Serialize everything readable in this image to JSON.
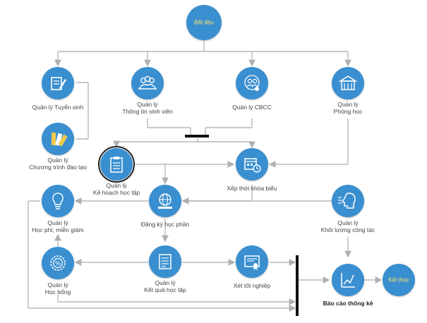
{
  "title": "",
  "start": "Bắt đầu",
  "end": "Kết thúc",
  "nodes": {
    "tuyen_sinh": [
      "Quản lý Tuyển sinh"
    ],
    "thong_tin_sv": [
      "Quản lý",
      "Thông tin sinh viên"
    ],
    "cbcc": [
      "Quản lý CBCC"
    ],
    "phong_hoc": [
      "Quản lý",
      "Phòng học"
    ],
    "chuong_trinh": [
      "Quản lý",
      "Chương trình đào tạo"
    ],
    "ke_hoach": [
      "Quản lý",
      "Kế hoạch học tập"
    ],
    "xep_tkb": [
      "Xếp thời khóa biểu"
    ],
    "hoc_phi": [
      "Quản lý",
      "Học phí, miễn giảm"
    ],
    "dang_ky": [
      "Đăng ký học phần"
    ],
    "khoi_luong": [
      "Quản lý",
      "Khối lượng công tác"
    ],
    "hoc_bong": [
      "Quản lý",
      "Học bổng"
    ],
    "ket_qua": [
      "Quản lý",
      "Kết quả học tập"
    ],
    "tot_nghiep": [
      "Xét tốt nghiệp"
    ],
    "bao_cao": [
      "Báo cáo thống kê"
    ]
  },
  "colors": {
    "node": "#3a8fd0",
    "start_text": "#fde36a",
    "connector": "#b8b8b8"
  },
  "icons": {
    "tuyen_sinh": "pen-paper-icon",
    "thong_tin_sv": "users-icon",
    "cbcc": "staff-icon",
    "phong_hoc": "building-icon",
    "chuong_trinh": "swatch-book-icon",
    "ke_hoach": "clipboard-icon",
    "xep_tkb": "calendar-clock-icon",
    "hoc_phi": "lightbulb-icon",
    "dang_ky": "globe-icon",
    "khoi_luong": "brain-icon",
    "hoc_bong": "percent-badge-icon",
    "ket_qua": "report-icon",
    "tot_nghiep": "certificate-icon",
    "bao_cao": "line-chart-icon"
  }
}
